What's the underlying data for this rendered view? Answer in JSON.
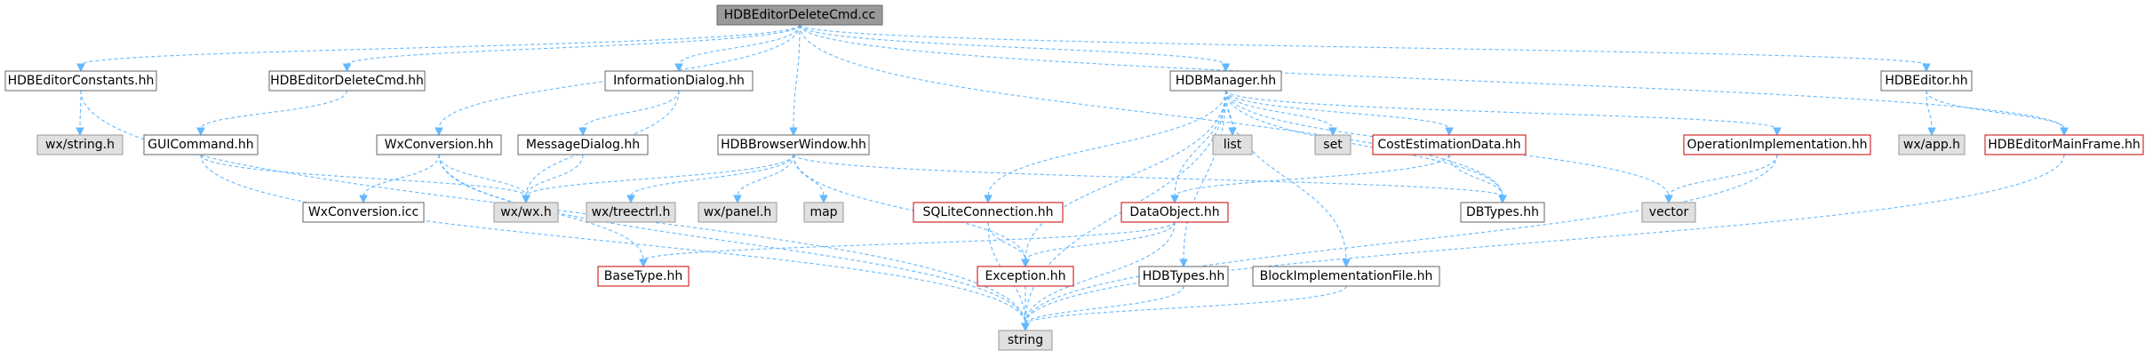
{
  "nodes": [
    {
      "id": "root",
      "label": "HDBEditorDeleteCmd.cc",
      "style": "root"
    },
    {
      "id": "constants",
      "label": "HDBEditorConstants.hh",
      "style": "plain"
    },
    {
      "id": "delcmdhh",
      "label": "HDBEditorDeleteCmd.hh",
      "style": "plain"
    },
    {
      "id": "infodlg",
      "label": "InformationDialog.hh",
      "style": "plain"
    },
    {
      "id": "hdbmgr",
      "label": "HDBManager.hh",
      "style": "plain"
    },
    {
      "id": "hdbeditor",
      "label": "HDBEditor.hh",
      "style": "plain"
    },
    {
      "id": "wxstring",
      "label": "wx/string.h",
      "style": "system"
    },
    {
      "id": "guicmd",
      "label": "GUICommand.hh",
      "style": "plain"
    },
    {
      "id": "wxconv",
      "label": "WxConversion.hh",
      "style": "plain"
    },
    {
      "id": "msgdlg",
      "label": "MessageDialog.hh",
      "style": "plain"
    },
    {
      "id": "browser",
      "label": "HDBBrowserWindow.hh",
      "style": "plain"
    },
    {
      "id": "list",
      "label": "list",
      "style": "system"
    },
    {
      "id": "set",
      "label": "set",
      "style": "system"
    },
    {
      "id": "costest",
      "label": "CostEstimationData.hh",
      "style": "truncated"
    },
    {
      "id": "opimpl",
      "label": "OperationImplementation.hh",
      "style": "truncated"
    },
    {
      "id": "wxapp",
      "label": "wx/app.h",
      "style": "system"
    },
    {
      "id": "mainframe",
      "label": "HDBEditorMainFrame.hh",
      "style": "truncated"
    },
    {
      "id": "wxconvicc",
      "label": "WxConversion.icc",
      "style": "plain"
    },
    {
      "id": "wxwx",
      "label": "wx/wx.h",
      "style": "system"
    },
    {
      "id": "treectrl",
      "label": "wx/treectrl.h",
      "style": "system"
    },
    {
      "id": "panel",
      "label": "wx/panel.h",
      "style": "system"
    },
    {
      "id": "map",
      "label": "map",
      "style": "system"
    },
    {
      "id": "sqlite",
      "label": "SQLiteConnection.hh",
      "style": "truncated"
    },
    {
      "id": "dataobj",
      "label": "DataObject.hh",
      "style": "truncated"
    },
    {
      "id": "dbtypes",
      "label": "DBTypes.hh",
      "style": "plain"
    },
    {
      "id": "vector",
      "label": "vector",
      "style": "system"
    },
    {
      "id": "basetype",
      "label": "BaseType.hh",
      "style": "truncated"
    },
    {
      "id": "exception",
      "label": "Exception.hh",
      "style": "truncated"
    },
    {
      "id": "hdbtypes",
      "label": "HDBTypes.hh",
      "style": "plain"
    },
    {
      "id": "blockimpl",
      "label": "BlockImplementationFile.hh",
      "style": "plain"
    },
    {
      "id": "string",
      "label": "string",
      "style": "system"
    }
  ],
  "edges": [
    [
      "root",
      "constants"
    ],
    [
      "root",
      "delcmdhh"
    ],
    [
      "root",
      "infodlg"
    ],
    [
      "root",
      "hdbmgr"
    ],
    [
      "root",
      "hdbeditor"
    ],
    [
      "root",
      "mainframe"
    ],
    [
      "root",
      "wxconv"
    ],
    [
      "root",
      "browser"
    ],
    [
      "root",
      "dbtypes"
    ],
    [
      "constants",
      "wxstring"
    ],
    [
      "constants",
      "string"
    ],
    [
      "delcmdhh",
      "guicmd"
    ],
    [
      "guicmd",
      "wxwx"
    ],
    [
      "guicmd",
      "string"
    ],
    [
      "infodlg",
      "msgdlg"
    ],
    [
      "infodlg",
      "wxwx"
    ],
    [
      "msgdlg",
      "wxwx"
    ],
    [
      "wxconv",
      "wxwx"
    ],
    [
      "wxconv",
      "wxconvicc"
    ],
    [
      "wxconv",
      "basetype"
    ],
    [
      "wxconv",
      "string"
    ],
    [
      "browser",
      "wxwx"
    ],
    [
      "browser",
      "treectrl"
    ],
    [
      "browser",
      "panel"
    ],
    [
      "browser",
      "map"
    ],
    [
      "browser",
      "dbtypes"
    ],
    [
      "browser",
      "exception"
    ],
    [
      "hdbmgr",
      "list"
    ],
    [
      "hdbmgr",
      "set"
    ],
    [
      "hdbmgr",
      "costest"
    ],
    [
      "hdbmgr",
      "opimpl"
    ],
    [
      "hdbmgr",
      "vector"
    ],
    [
      "hdbmgr",
      "dbtypes"
    ],
    [
      "hdbmgr",
      "sqlite"
    ],
    [
      "hdbmgr",
      "dataobj"
    ],
    [
      "hdbmgr",
      "exception"
    ],
    [
      "hdbmgr",
      "hdbtypes"
    ],
    [
      "hdbmgr",
      "blockimpl"
    ],
    [
      "hdbmgr",
      "string"
    ],
    [
      "costest",
      "dbtypes"
    ],
    [
      "costest",
      "dataobj"
    ],
    [
      "opimpl",
      "vector"
    ],
    [
      "opimpl",
      "string"
    ],
    [
      "hdbeditor",
      "wxapp"
    ],
    [
      "hdbeditor",
      "mainframe"
    ],
    [
      "mainframe",
      "string"
    ],
    [
      "sqlite",
      "exception"
    ],
    [
      "sqlite",
      "string"
    ],
    [
      "dataobj",
      "basetype"
    ],
    [
      "dataobj",
      "exception"
    ],
    [
      "dataobj",
      "string"
    ],
    [
      "exception",
      "string"
    ],
    [
      "hdbtypes",
      "string"
    ],
    [
      "blockimpl",
      "string"
    ]
  ],
  "colors": {
    "edge": "#63b8ff",
    "root_fill": "#999999",
    "system_fill": "#e0e0e0",
    "system_stroke": "#999999",
    "plain_stroke": "#666666",
    "truncated_stroke": "#cc0000"
  }
}
